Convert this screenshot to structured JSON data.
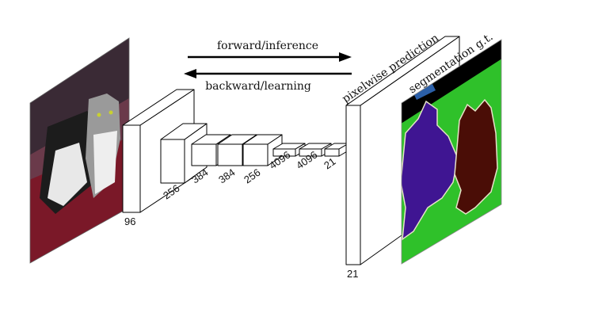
{
  "arrows": {
    "forward": "forward/inference",
    "backward": "backward/learning"
  },
  "layers": [
    {
      "label": "96"
    },
    {
      "label": "256"
    },
    {
      "label": "384"
    },
    {
      "label": "384"
    },
    {
      "label": "256"
    },
    {
      "label": "4096"
    },
    {
      "label": "4096"
    },
    {
      "label": "21"
    }
  ],
  "output": {
    "label": "21",
    "prediction_label": "pixelwise prediction",
    "gt_label": "segmentation g.t."
  },
  "colors": {
    "background_class": "#000000",
    "grass_class": "#2fc12a",
    "dog_class": "#3f1592",
    "cat_class": "#4a0d06",
    "boundary": "#e6e2c8",
    "sofa_red": "#5a1a2a"
  },
  "icons": {
    "input_photo": "cat-and-dog-photo-icon",
    "gt_mask": "segmentation-mask-icon"
  }
}
